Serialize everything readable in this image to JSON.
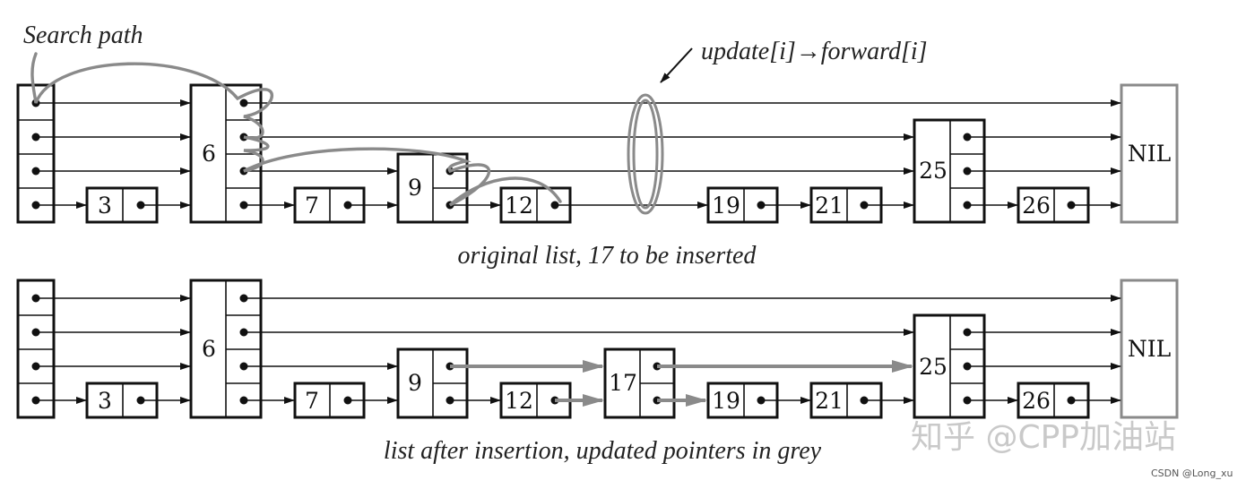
{
  "top_list": {
    "caption": "original list, 17 to be inserted",
    "nodes": [
      {
        "key": "",
        "levels": 4,
        "header": true
      },
      {
        "key": "3",
        "levels": 1
      },
      {
        "key": "6",
        "levels": 4
      },
      {
        "key": "7",
        "levels": 1
      },
      {
        "key": "9",
        "levels": 2
      },
      {
        "key": "12",
        "levels": 1
      },
      {
        "key": "19",
        "levels": 1
      },
      {
        "key": "21",
        "levels": 1
      },
      {
        "key": "25",
        "levels": 3
      },
      {
        "key": "26",
        "levels": 1
      }
    ],
    "nil_label": "NIL"
  },
  "bottom_list": {
    "caption": "list after insertion, updated pointers in grey",
    "nodes": [
      {
        "key": "",
        "levels": 4,
        "header": true
      },
      {
        "key": "3",
        "levels": 1
      },
      {
        "key": "6",
        "levels": 4
      },
      {
        "key": "7",
        "levels": 1
      },
      {
        "key": "9",
        "levels": 2
      },
      {
        "key": "12",
        "levels": 1
      },
      {
        "key": "17",
        "levels": 2,
        "inserted": true
      },
      {
        "key": "19",
        "levels": 1
      },
      {
        "key": "21",
        "levels": 1
      },
      {
        "key": "25",
        "levels": 3
      },
      {
        "key": "26",
        "levels": 1
      }
    ],
    "nil_label": "NIL"
  },
  "annotations": {
    "search_path": "Search path",
    "update_label": "update[i]→forward[i]"
  },
  "watermark": {
    "main": "知乎 @CPP加油站",
    "credit": "CSDN @Long_xu"
  },
  "colors": {
    "ink": "#111111",
    "grey_pointer": "#8a8a8a"
  }
}
